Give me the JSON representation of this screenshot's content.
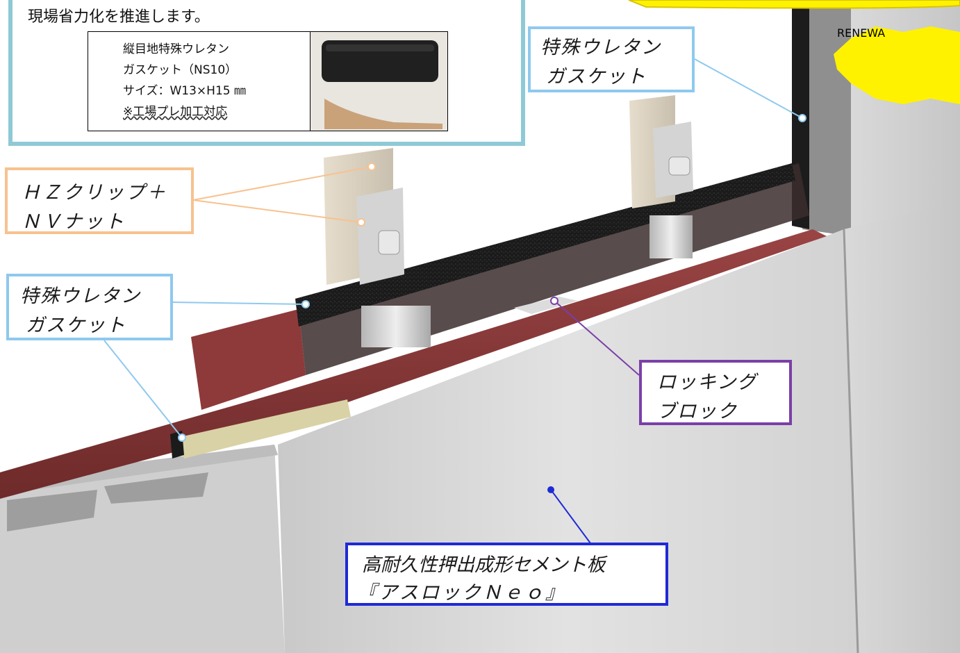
{
  "info_box": {
    "intro": "現場省力化を推進します。",
    "spec_lines": [
      "縦目地特殊ウレタン",
      "ガスケット（NS10）",
      "サイズ：W13×H15 ㎜",
      "※工場プレ加工対応"
    ]
  },
  "badge": {
    "label": "RENEWA"
  },
  "callouts": {
    "hz_clip": {
      "line1": "ＨＺクリップ＋",
      "line2": "ＮＶナット"
    },
    "gasket_top": {
      "line1": "特殊ウレタン",
      "line2": "ガスケット"
    },
    "gasket_left": {
      "line1": "特殊ウレタン",
      "line2": "ガスケット"
    },
    "locking": {
      "line1": "ロッキング",
      "line2": "ブロック"
    },
    "panel": {
      "line1": "高耐久性押出成形セメント板",
      "line2": "『アスロックＮｅｏ』"
    }
  },
  "colors": {
    "orange_border": "#f7c28f",
    "light_blue_border": "#8fc9ee",
    "purple_border": "#7a3fa8",
    "blue_border": "#1f2ad6",
    "teal_border": "#8fc9d6",
    "yellow": "#fff200",
    "angle_red": "#8e3a3a"
  }
}
